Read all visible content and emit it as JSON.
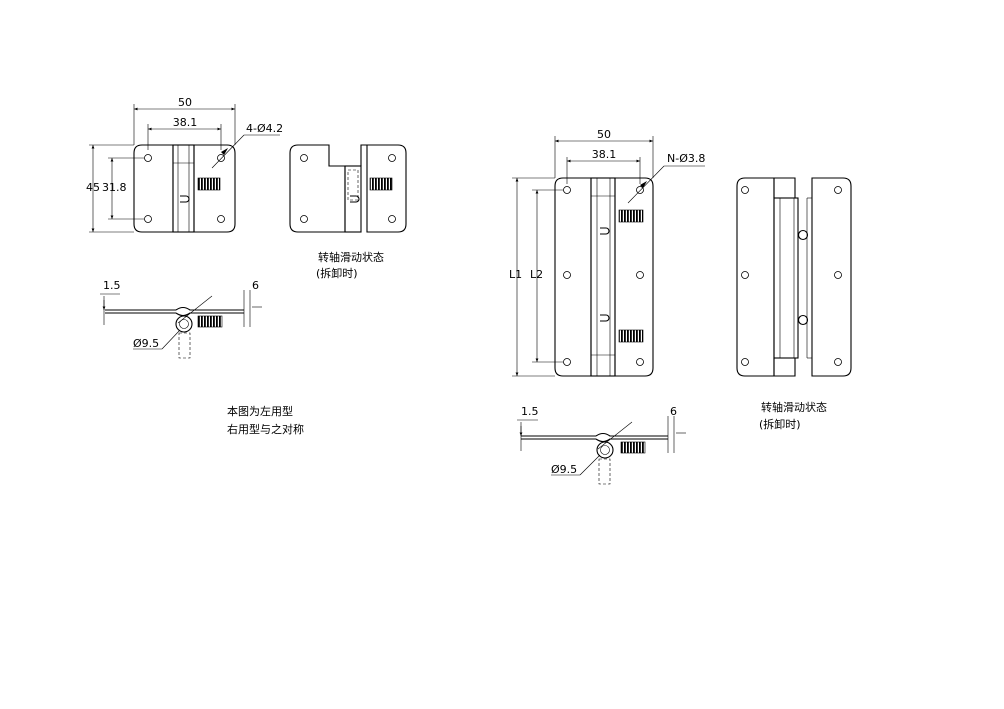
{
  "left": {
    "dim_width": "50",
    "dim_hole_span": "38.1",
    "dim_holes": "4-Ø4.2",
    "dim_height": "45",
    "dim_hole_height": "31.8",
    "dim_thickness": "1.5",
    "dim_spring": "6",
    "dim_pin": "Ø9.5",
    "slide_note_line1": "转轴滑动状态",
    "slide_note_line2": "(拆卸时)",
    "hand_note_line1": "本图为左用型",
    "hand_note_line2": "右用型与之对称"
  },
  "right": {
    "dim_width": "50",
    "dim_hole_span": "38.1",
    "dim_holes": "N-Ø3.8",
    "dim_l1": "L1",
    "dim_l2": "L2",
    "dim_thickness": "1.5",
    "dim_spring": "6",
    "dim_pin": "Ø9.5",
    "slide_note_line1": "转轴滑动状态",
    "slide_note_line2": "(拆卸时)"
  }
}
